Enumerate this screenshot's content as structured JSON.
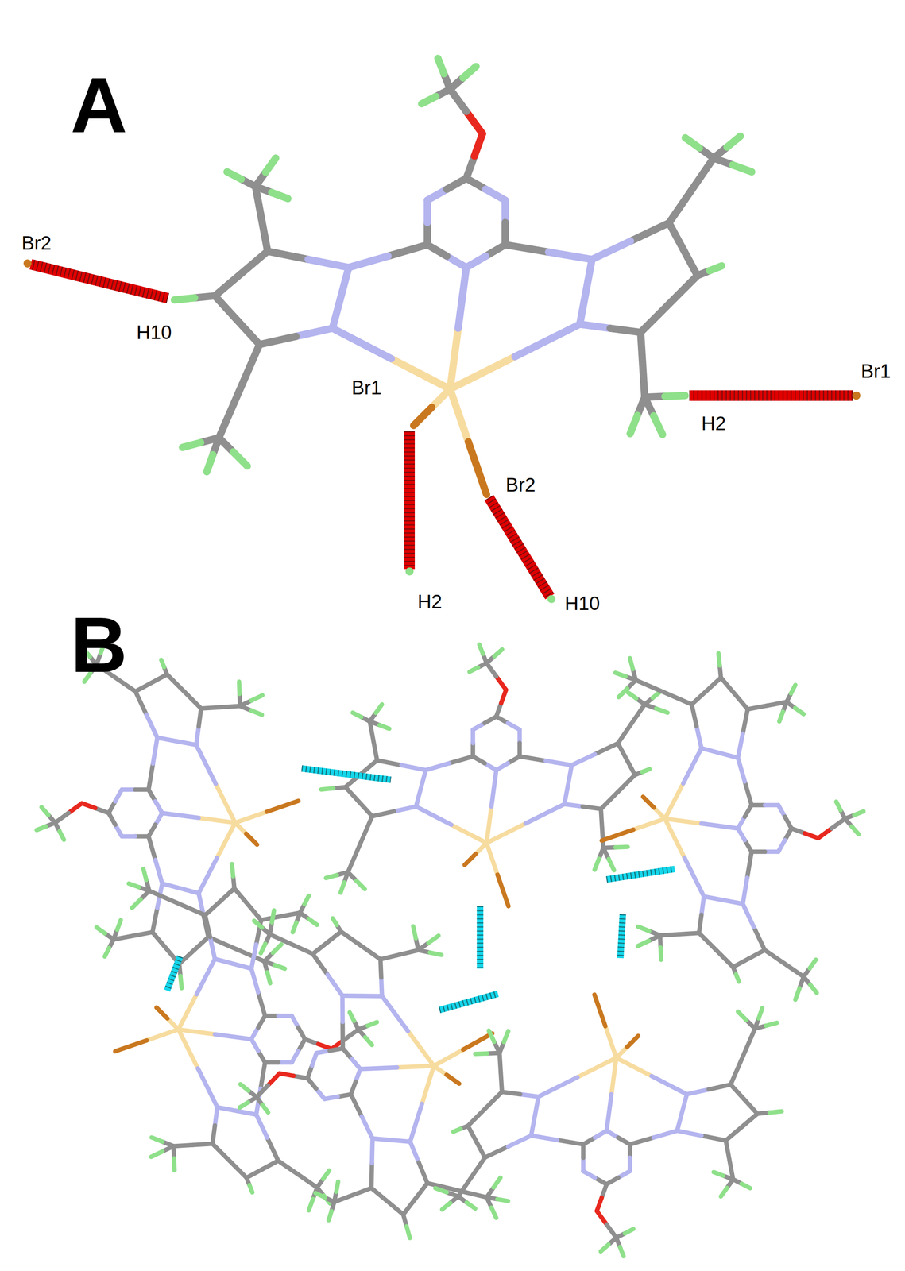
{
  "diagram": {
    "labels": [
      "A",
      "Br2",
      "H10",
      "Br1",
      "Br1",
      "H2",
      "Br2",
      "H2",
      "H10",
      "B"
    ]
  }
}
